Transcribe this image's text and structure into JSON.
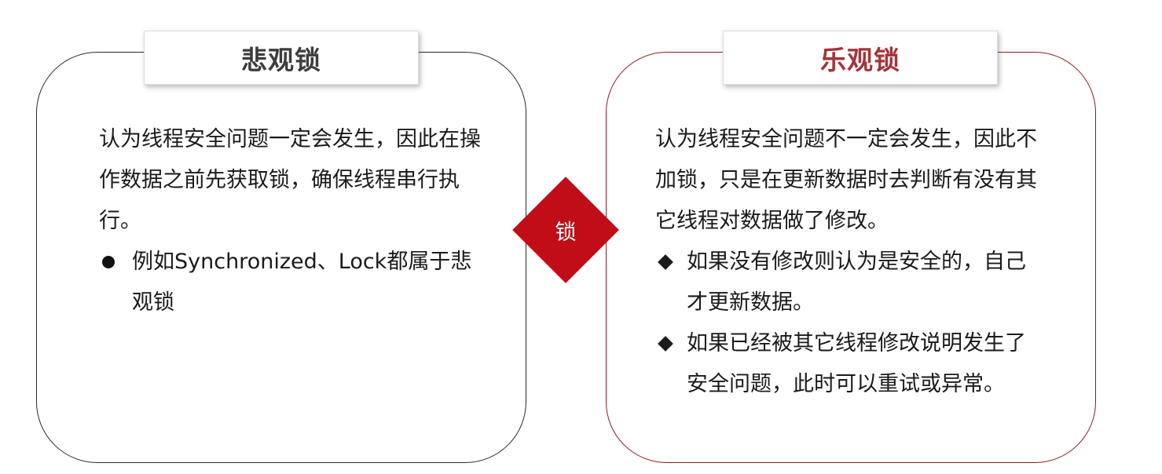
{
  "left": {
    "title": "悲观锁",
    "description": "认为线程安全问题一定会发生，因此在操作数据之前先获取锁，确保线程串行执行。",
    "bullets": [
      "例如Synchronized、Lock都属于悲观锁"
    ]
  },
  "center": {
    "label": "锁"
  },
  "right": {
    "title": "乐观锁",
    "description": "认为线程安全问题不一定会发生，因此不加锁，只是在更新数据时去判断有没有其它线程对数据做了修改。",
    "bullets": [
      "如果没有修改则认为是安全的，自己才更新数据。",
      "如果已经被其它线程修改说明发生了安全问题，此时可以重试或异常。"
    ]
  },
  "colors": {
    "accent_red": "#c00d17",
    "right_title": "#a5333a",
    "right_border": "#8b1a1f",
    "left_border": "#2a2a2a"
  }
}
